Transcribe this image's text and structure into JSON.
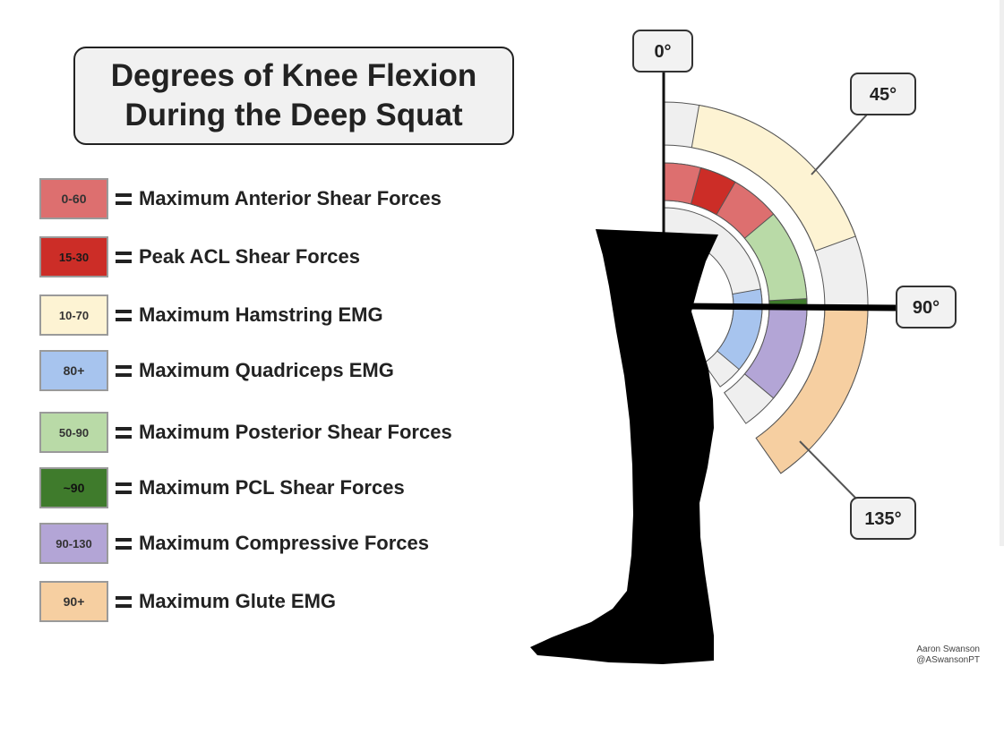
{
  "title": {
    "line1": "Degrees of Knee Flexion",
    "line2": "During the Deep Squat"
  },
  "legend": [
    {
      "range": "0-60",
      "label": "Maximum Anterior Shear Forces",
      "color": "#dd6f6f",
      "text_color": "#333333"
    },
    {
      "range": "15-30",
      "label": "Peak ACL Shear Forces",
      "color": "#cc2d27",
      "text_color": "#1a1a1a"
    },
    {
      "range": "10-70",
      "label": "Maximum Hamstring EMG",
      "color": "#fdf3d3",
      "text_color": "#333333"
    },
    {
      "range": "80+",
      "label": "Maximum Quadriceps EMG",
      "color": "#a7c4ee",
      "text_color": "#333333"
    },
    {
      "range": "50-90",
      "label": "Maximum Posterior Shear Forces",
      "color": "#b9daa7",
      "text_color": "#333333"
    },
    {
      "range": "~90",
      "label": "Maximum PCL Shear Forces",
      "color": "#3f7b2c",
      "text_color": "#111111"
    },
    {
      "range": "90-130",
      "label": "Maximum Compressive Forces",
      "color": "#b3a5d6",
      "text_color": "#333333"
    },
    {
      "range": "90+",
      "label": "Maximum Glute EMG",
      "color": "#f6cfa1",
      "text_color": "#333333"
    }
  ],
  "angle_labels": [
    "0°",
    "45°",
    "90°",
    "135°"
  ],
  "credit": {
    "name": "Aaron Swanson",
    "handle": "@ASwansonPT"
  },
  "colors": {
    "ring_background": "#efefef",
    "leg": "#000000"
  },
  "diagram": {
    "outer_ring": [
      {
        "name": "hamstring-emg-arc",
        "start": 10,
        "end": 70,
        "color": "#fdf3d3"
      },
      {
        "name": "glute-emg-arc",
        "start": 90,
        "end": 145,
        "color": "#f6cfa1"
      }
    ],
    "middle_ring": [
      {
        "name": "anterior-shear-arc",
        "start": 0,
        "end": 60,
        "color": "#dd6f6f"
      },
      {
        "name": "acl-shear-arc",
        "start": 15,
        "end": 30,
        "color": "#cc2d27"
      },
      {
        "name": "posterior-shear-arc",
        "start": 50,
        "end": 90,
        "color": "#b9daa7"
      },
      {
        "name": "pcl-shear-arc",
        "start": 87,
        "end": 90,
        "color": "#3f7b2c"
      },
      {
        "name": "compressive-forces-arc",
        "start": 90,
        "end": 130,
        "color": "#b3a5d6"
      }
    ],
    "inner_ring": [
      {
        "name": "quadriceps-emg-arc",
        "start": 80,
        "end": 130,
        "color": "#a7c4ee"
      }
    ]
  }
}
